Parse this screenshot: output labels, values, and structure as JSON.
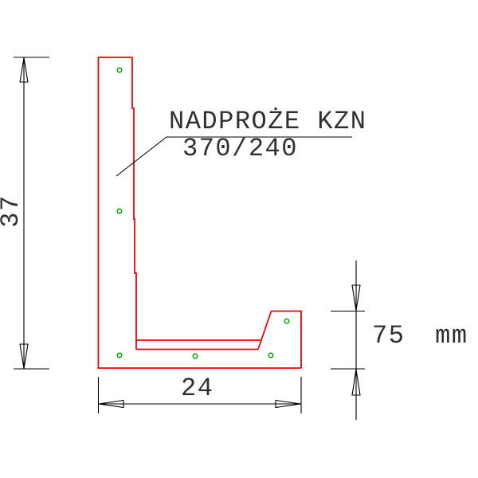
{
  "drawing": {
    "type": "technical-cross-section",
    "label": {
      "line1": "NADPROŻE KZN",
      "line2": "370/240"
    },
    "dimensions": {
      "height_left": "37",
      "width_bottom": "24",
      "height_right": "75 mm"
    },
    "rebar_dots": 6,
    "colors": {
      "profile": "#f40000",
      "rebar": "#00a300",
      "dim": "#000000",
      "text": "#303030",
      "bg": "#ffffff"
    }
  }
}
